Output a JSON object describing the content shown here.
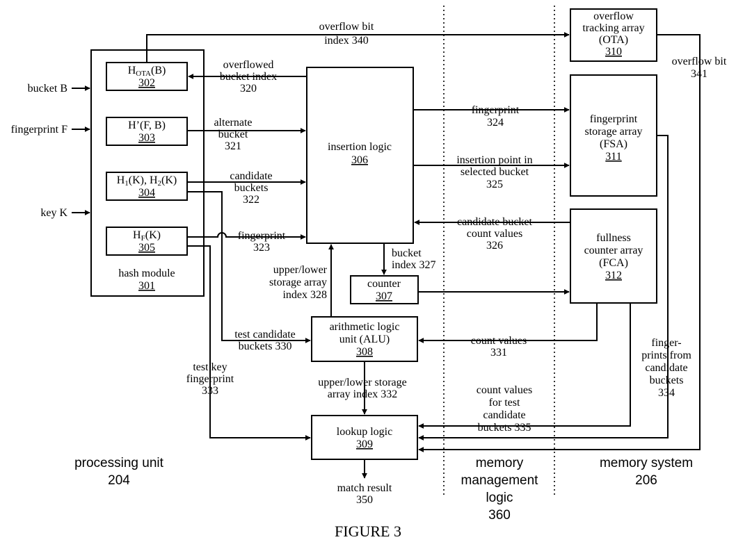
{
  "figure": {
    "caption": "FIGURE 3"
  },
  "regions": {
    "processing_unit": {
      "label": "processing unit",
      "number": "204"
    },
    "memory_management": {
      "line1": "memory",
      "line2": "management",
      "line3": "logic",
      "number": "360"
    },
    "memory_system": {
      "label": "memory system",
      "number": "206"
    }
  },
  "inputs": {
    "bucket": "bucket B",
    "fingerprint": "fingerprint F",
    "key": "key K"
  },
  "hash_module": {
    "label": "hash module",
    "number": "301",
    "functions": [
      {
        "name_base": "H",
        "name_sub": "OTA",
        "name_rest": "(B)",
        "number": "302"
      },
      {
        "name": "H’(F, B)",
        "number": "303"
      },
      {
        "name_a": "H",
        "sub_a": "1",
        "name_b": "(K), H",
        "sub_b": "2",
        "name_c": "(K)",
        "number": "304"
      },
      {
        "name_base": "H",
        "name_sub": "F",
        "name_rest": "(K)",
        "number": "305"
      }
    ]
  },
  "blocks": {
    "insertion_logic": {
      "label": "insertion logic",
      "number": "306"
    },
    "counter": {
      "label": "counter",
      "number": "307"
    },
    "alu": {
      "line1": "arithmetic logic",
      "line2": "unit (ALU)",
      "number": "308"
    },
    "lookup_logic": {
      "label": "lookup logic",
      "number": "309"
    },
    "ota": {
      "line1": "overflow",
      "line2": "tracking array",
      "line3": "(OTA)",
      "number": "310"
    },
    "fsa": {
      "line1": "fingerprint",
      "line2": "storage array",
      "line3": "(FSA)",
      "number": "311"
    },
    "fca": {
      "line1": "fullness",
      "line2": "counter array",
      "line3": "(FCA)",
      "number": "312"
    }
  },
  "signals": {
    "overflowed_bucket_index": {
      "line1": "overflowed",
      "line2": "bucket index",
      "line3": "320"
    },
    "alternate_bucket": {
      "line1": "alternate",
      "line2": "bucket",
      "line3": "321"
    },
    "candidate_buckets": {
      "line1": "candidate",
      "line2": "buckets",
      "line3": "322"
    },
    "fingerprint_323": {
      "line1": "fingerprint",
      "line2": "323"
    },
    "fingerprint_324": {
      "line1": "fingerprint",
      "line2": "324"
    },
    "insertion_point": {
      "line1": "insertion point in",
      "line2": "selected bucket",
      "line3": "325"
    },
    "candidate_bucket_counts": {
      "line1": "candidate bucket",
      "line2": "count values",
      "line3": "326"
    },
    "bucket_index": {
      "line1": "bucket",
      "line2": "index 327"
    },
    "upper_lower_328": {
      "line1": "upper/lower",
      "line2": "storage array",
      "line3": "index 328"
    },
    "test_candidate_buckets": {
      "line1": "test candidate",
      "line2": "buckets 330"
    },
    "count_values_331": {
      "line1": "count values",
      "line2": "331"
    },
    "upper_lower_332": {
      "line1": "upper/lower storage",
      "line2": "array index 332"
    },
    "test_key_fingerprint": {
      "line1": "test key",
      "line2": "fingerprint",
      "line3": "333"
    },
    "fingerprints_from_candidates": {
      "line1": "finger-",
      "line2": "prints from",
      "line3": "candidate",
      "line4": "buckets",
      "line5": "334"
    },
    "count_values_test": {
      "line1": "count values",
      "line2": "for test",
      "line3": "candidate",
      "line4": "buckets 335"
    },
    "overflow_bit_index": {
      "line1": "overflow bit",
      "line2": "index 340"
    },
    "overflow_bit": {
      "line1": "overflow bit",
      "line2": "341"
    },
    "match_result": {
      "line1": "match result",
      "line2": "350"
    }
  }
}
